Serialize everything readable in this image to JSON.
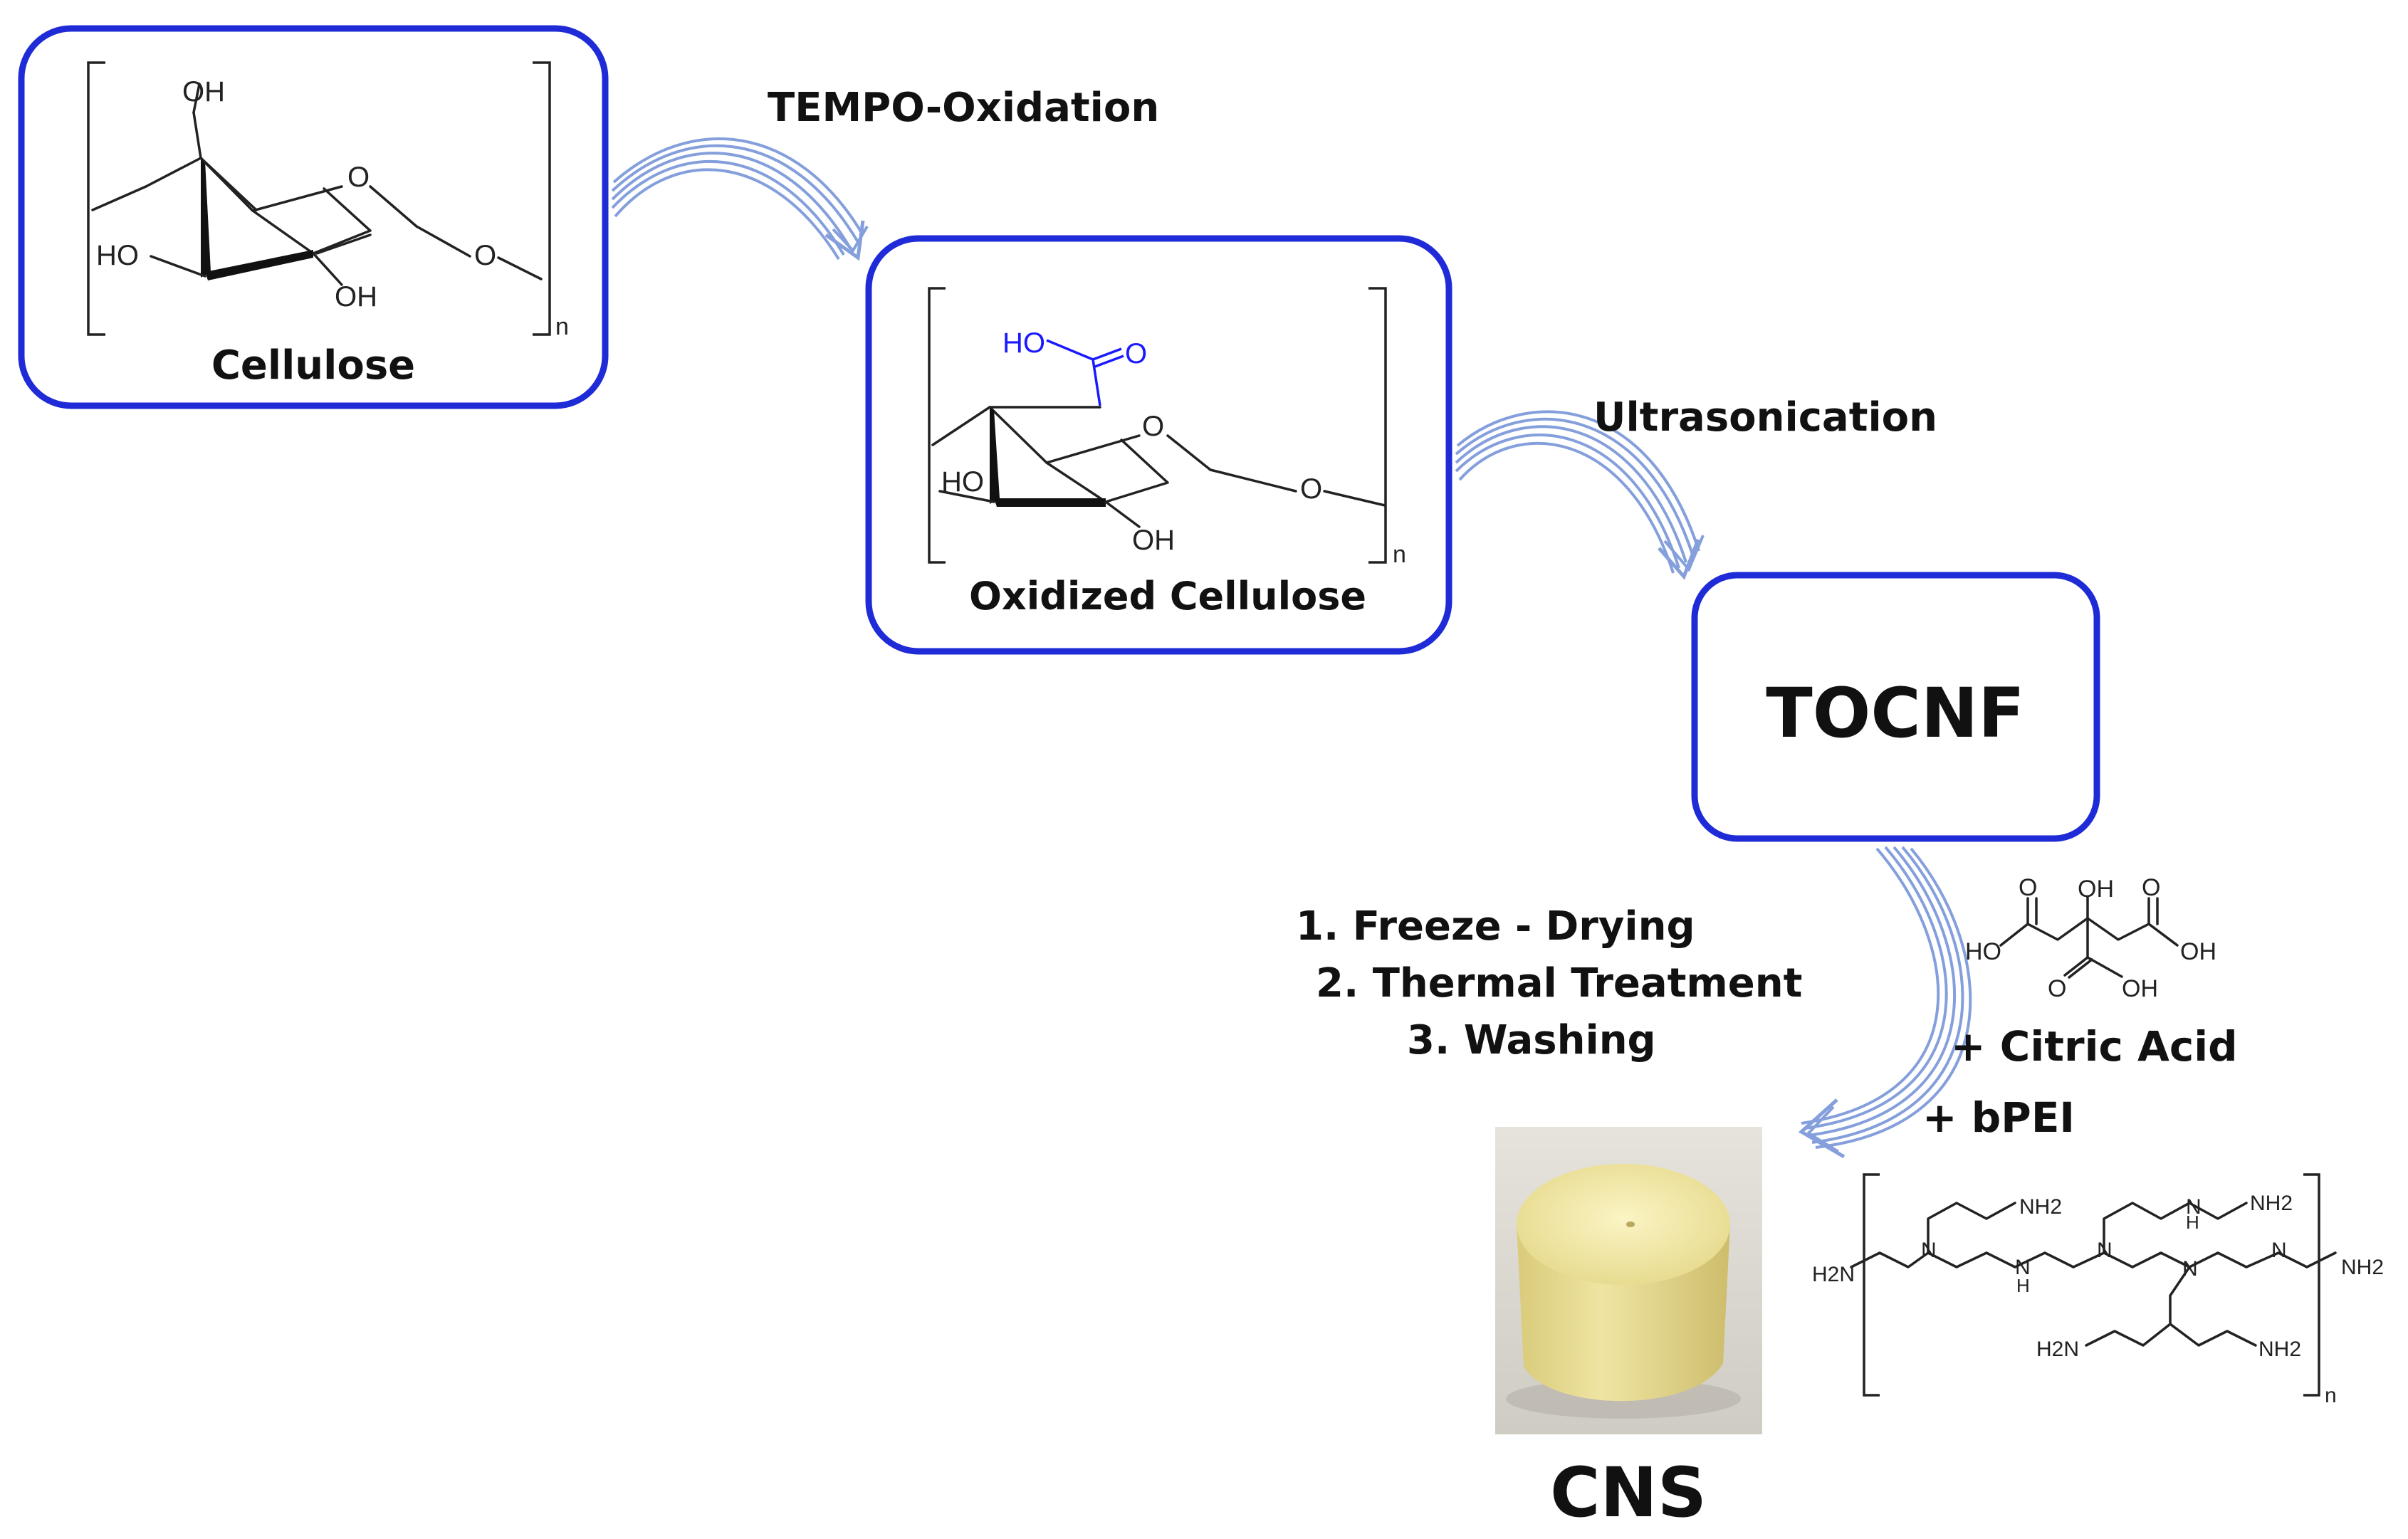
{
  "colors": {
    "box_border": "#1f2bd6",
    "arrow": "#6f8fd6",
    "carboxyl": "#1a1aff",
    "text": "#111111"
  },
  "steps": [
    {
      "label": "Cellulose"
    },
    {
      "label": "Oxidized Cellulose"
    },
    {
      "label": "TOCNF"
    },
    {
      "label": "CNS"
    }
  ],
  "arrows": [
    {
      "label": "TEMPO-Oxidation"
    },
    {
      "label": "Ultrasonication"
    }
  ],
  "process_steps": [
    "1. Freeze - Drying",
    "2. Thermal Treatment",
    "3. Washing"
  ],
  "reagents": [
    "+ Citric Acid",
    "+ bPEI"
  ],
  "chem_labels": {
    "oh": "OH",
    "ho": "HO",
    "o": "O",
    "n": "n",
    "cooh_ho": "HO",
    "cooh_o": "O",
    "h2n": "H2N",
    "nh2": "NH2",
    "n_atom": "N",
    "h_atom": "H"
  },
  "photo": {
    "description_icon": "sponge-cylinder-photo",
    "color": "#efe6a6"
  }
}
